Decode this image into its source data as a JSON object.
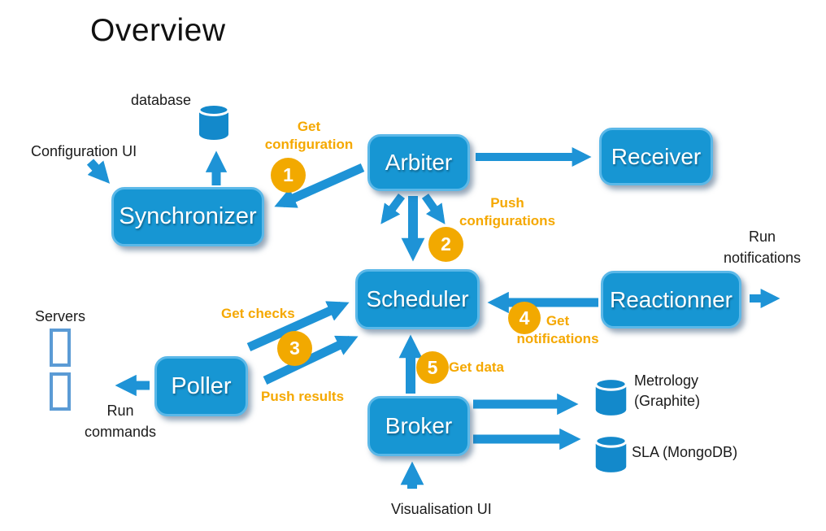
{
  "title": "Overview",
  "nodes": {
    "synchronizer": {
      "label": "Synchronizer"
    },
    "arbiter": {
      "label": "Arbiter"
    },
    "receiver": {
      "label": "Receiver"
    },
    "scheduler": {
      "label": "Scheduler"
    },
    "reactionner": {
      "label": "Reactionner"
    },
    "poller": {
      "label": "Poller"
    },
    "broker": {
      "label": "Broker"
    }
  },
  "datastores": {
    "config_db": {
      "label": "database"
    },
    "metrology": {
      "line1": "Metrology",
      "line2": "(Graphite)"
    },
    "sla": {
      "label": "SLA (MongoDB)"
    }
  },
  "externals": {
    "configuration_ui": {
      "label": "Configuration UI"
    },
    "visualisation_ui": {
      "label": "Visualisation UI"
    },
    "servers": {
      "label": "Servers"
    },
    "run_commands": {
      "line1": "Run",
      "line2": "commands"
    },
    "run_notifications": {
      "line1": "Run",
      "line2": "notifications"
    }
  },
  "flows": {
    "get_configuration": {
      "step": "1",
      "line1": "Get",
      "line2": "configuration"
    },
    "push_configurations": {
      "step": "2",
      "line1": "Push",
      "line2": "configurations"
    },
    "get_checks": {
      "step": "3",
      "label": "Get checks"
    },
    "push_results": {
      "label": "Push results"
    },
    "get_notifications": {
      "step": "4",
      "line1": "Get",
      "line2": "notifications"
    },
    "get_data": {
      "step": "5",
      "label": "Get data"
    }
  },
  "colors": {
    "node_fill": "#1796D3",
    "node_border": "#5BB8E8",
    "arrow_blue": "#1E93D6",
    "cylinder_blue": "#1389CB",
    "accent_orange": "#F2A900",
    "flow_text_orange": "#F5A800",
    "server_outline": "#5B9BD5",
    "text_dark": "#1A1A1A"
  }
}
